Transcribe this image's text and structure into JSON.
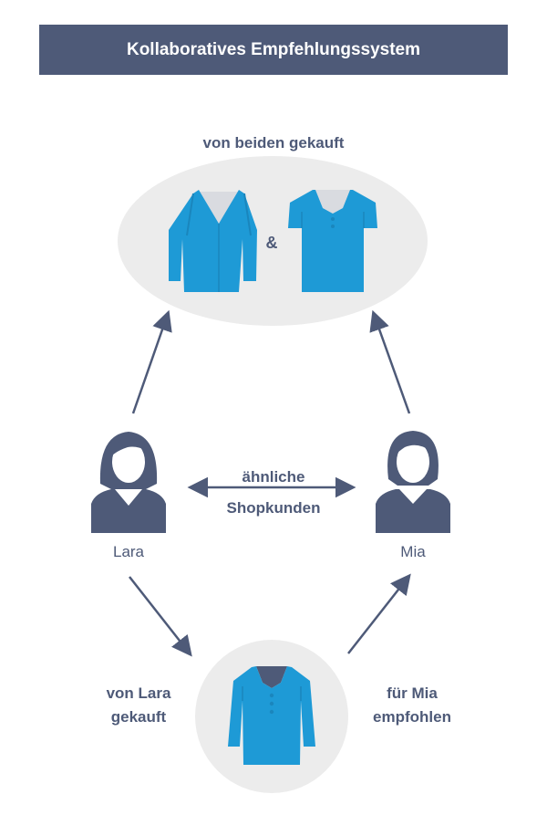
{
  "title": "Kollaboratives Empfehlungssystem",
  "top": {
    "label": "von beiden gekauft",
    "joiner": "&"
  },
  "middle": {
    "line1": "ähnliche",
    "line2": "Shopkunden"
  },
  "people": {
    "left_name": "Lara",
    "right_name": "Mia"
  },
  "bottom": {
    "left_line1": "von Lara",
    "left_line2": "gekauft",
    "right_line1": "für Mia",
    "right_line2": "empfohlen"
  },
  "colors": {
    "banner": "#4e5a78",
    "text": "#4e5a78",
    "garment": "#1e9ad6",
    "garment_dark": "#1a86bd",
    "collar": "#d9dbe0",
    "oval": "#ececec",
    "person": "#4e5a78"
  },
  "icons": [
    "blouse-icon",
    "polo-shirt-icon",
    "woman-lara-icon",
    "woman-mia-icon",
    "longsleeve-polo-icon",
    "arrow-icon"
  ]
}
